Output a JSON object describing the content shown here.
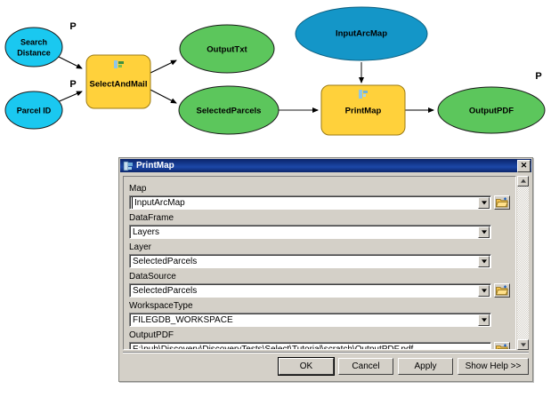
{
  "diagram": {
    "nodes": [
      {
        "id": "search-distance",
        "label": "Search Distance",
        "label_lines": [
          "Search",
          "Distance"
        ],
        "shape": "ellipse",
        "color": "#1ac8f0",
        "kind": "variable-parameter",
        "parameter_marker": "P"
      },
      {
        "id": "parcel-id",
        "label": "Parcel ID",
        "label_lines": [
          "Parcel ID"
        ],
        "shape": "ellipse",
        "color": "#1ac8f0",
        "kind": "variable-parameter",
        "parameter_marker": "P"
      },
      {
        "id": "select-and-mail",
        "label": "SelectAndMail",
        "label_lines": [
          "SelectAndMail"
        ],
        "shape": "rounded-rect",
        "color": "#ffd13b",
        "kind": "tool"
      },
      {
        "id": "output-txt",
        "label": "OutputTxt",
        "label_lines": [
          "OutputTxt"
        ],
        "shape": "ellipse",
        "color": "#5cc65c",
        "kind": "derived-variable"
      },
      {
        "id": "selected-parcels",
        "label": "SelectedParcels",
        "label_lines": [
          "SelectedParcels"
        ],
        "shape": "ellipse",
        "color": "#5cc65c",
        "kind": "derived-variable"
      },
      {
        "id": "input-arc-map",
        "label": "InputArcMap",
        "label_lines": [
          "InputArcMap"
        ],
        "shape": "ellipse",
        "color": "#1496c8",
        "kind": "variable"
      },
      {
        "id": "print-map",
        "label": "PrintMap",
        "label_lines": [
          "PrintMap"
        ],
        "shape": "rounded-rect",
        "color": "#ffd13b",
        "kind": "tool"
      },
      {
        "id": "output-pdf",
        "label": "OutputPDF",
        "label_lines": [
          "OutputPDF"
        ],
        "shape": "ellipse",
        "color": "#5cc65c",
        "kind": "derived-variable",
        "parameter_marker": "P"
      }
    ],
    "connections": [
      {
        "from": "search-distance",
        "to": "select-and-mail"
      },
      {
        "from": "parcel-id",
        "to": "select-and-mail"
      },
      {
        "from": "select-and-mail",
        "to": "output-txt"
      },
      {
        "from": "select-and-mail",
        "to": "selected-parcels"
      },
      {
        "from": "selected-parcels",
        "to": "print-map"
      },
      {
        "from": "input-arc-map",
        "to": "print-map"
      },
      {
        "from": "print-map",
        "to": "output-pdf"
      }
    ]
  },
  "dialog": {
    "title": "PrintMap",
    "title_icon": "tool-script-icon",
    "close_label": "✕",
    "fields": [
      {
        "name": "map",
        "label": "Map",
        "value": "InputArcMap",
        "has_dropdown": true,
        "has_browse": true,
        "caret": true
      },
      {
        "name": "dataframe",
        "label": "DataFrame",
        "value": "Layers",
        "has_dropdown": true,
        "has_browse": false,
        "caret": false
      },
      {
        "name": "layer",
        "label": "Layer",
        "value": "SelectedParcels",
        "has_dropdown": true,
        "has_browse": false,
        "caret": false
      },
      {
        "name": "datasource",
        "label": "DataSource",
        "value": "SelectedParcels",
        "has_dropdown": true,
        "has_browse": true,
        "caret": false
      },
      {
        "name": "workspacetype",
        "label": "WorkspaceType",
        "value": "FILEGDB_WORKSPACE",
        "has_dropdown": true,
        "has_browse": false,
        "caret": false
      },
      {
        "name": "outputpdf",
        "label": "OutputPDF",
        "value": "E:\\pub\\Discovery\\DiscoveryTests\\Select\\Tutorial\\scratch\\OutputPDF.pdf",
        "has_dropdown": false,
        "has_browse": true,
        "caret": false
      }
    ],
    "buttons": [
      {
        "name": "ok",
        "label": "OK",
        "default": true
      },
      {
        "name": "cancel",
        "label": "Cancel",
        "default": false
      },
      {
        "name": "apply",
        "label": "Apply",
        "default": false
      },
      {
        "name": "show-help",
        "label": "Show Help >>",
        "default": false,
        "wide": true
      }
    ]
  },
  "colors": {
    "variable_parameter": "#1ac8f0",
    "variable": "#1496c8",
    "derived": "#5cc65c",
    "tool": "#ffd13b",
    "dialog_face": "#d4d0c8",
    "titlebar": "#0a246a"
  }
}
